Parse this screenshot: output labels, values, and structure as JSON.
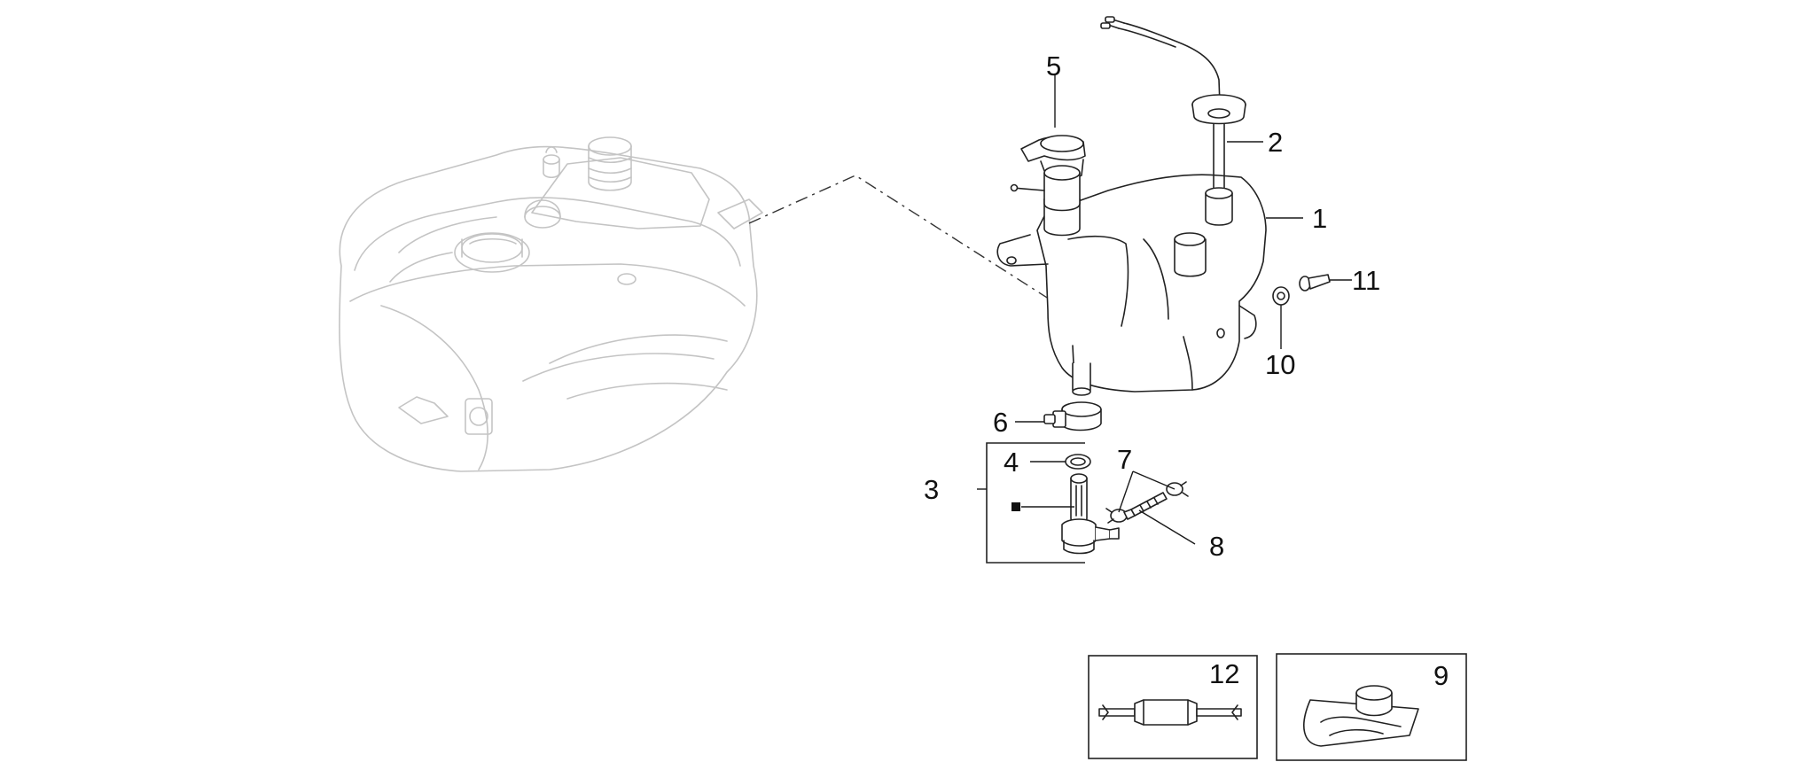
{
  "callouts": {
    "c1": "1",
    "c2": "2",
    "c3": "3",
    "c4": "4",
    "c5": "5",
    "c6": "6",
    "c7": "7",
    "c8": "8",
    "c9": "9",
    "c10": "10",
    "c11": "11",
    "c12": "12"
  },
  "colors": {
    "line": "#222222",
    "ghost": "#c4c4c4",
    "background": "#ffffff"
  }
}
